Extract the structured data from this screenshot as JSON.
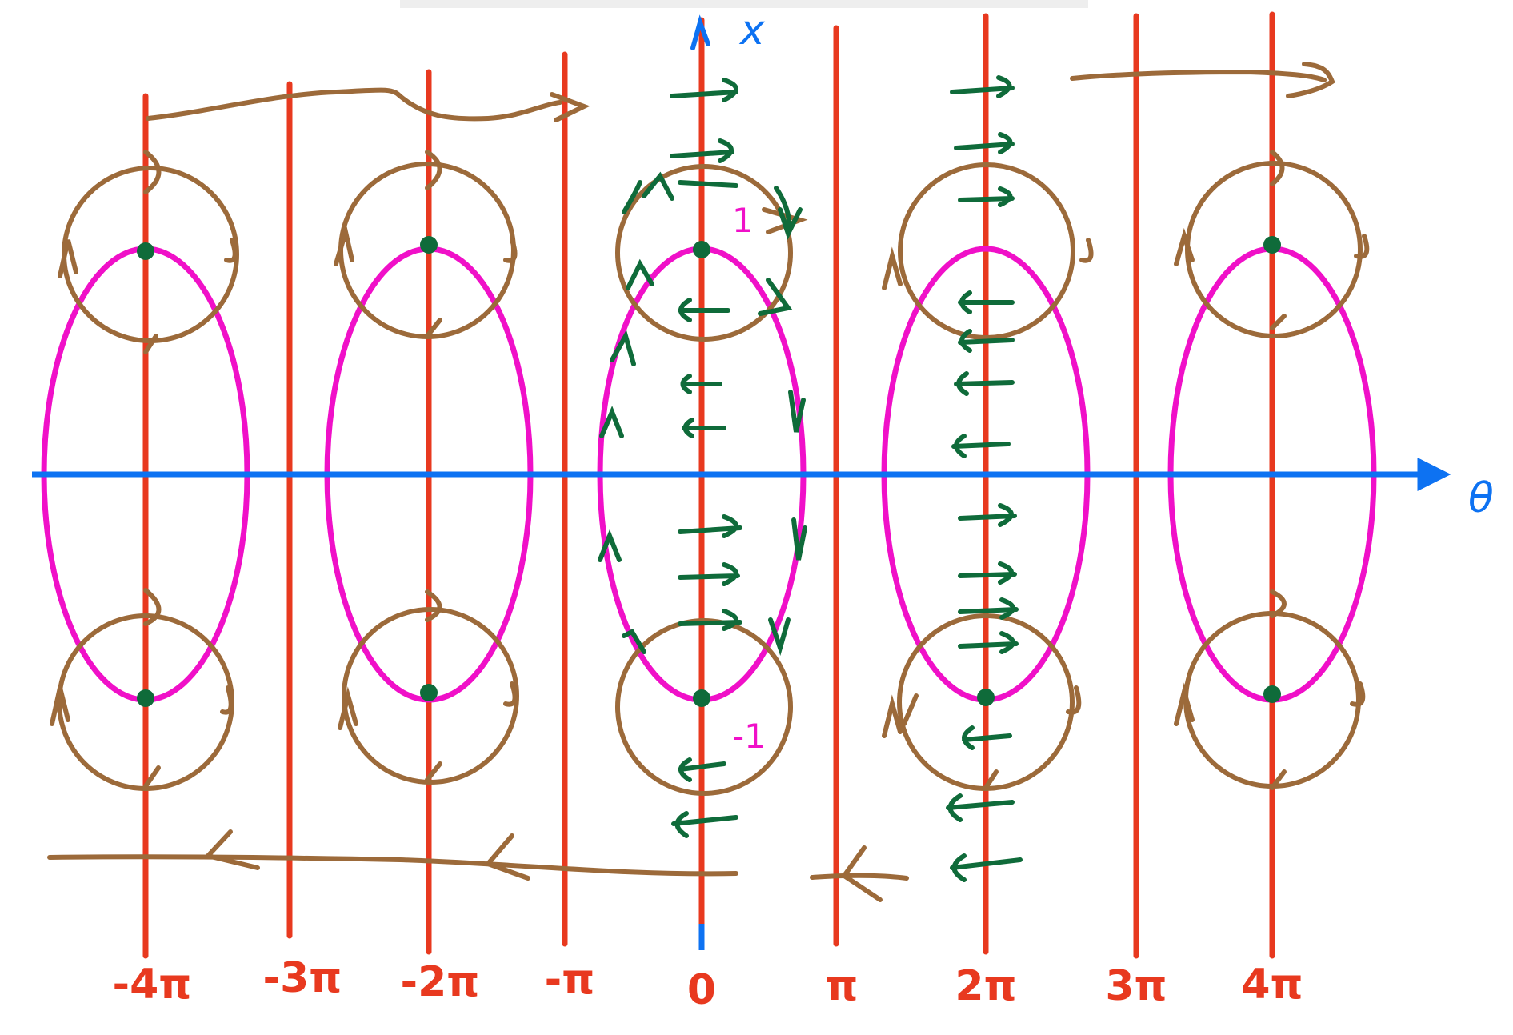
{
  "diagram": {
    "axes": {
      "horizontal_label": "θ",
      "vertical_label": "x",
      "axis_color": "#0d72f2"
    },
    "colors": {
      "vertical_lines": "#e8391f",
      "ellipses": "#f010c8",
      "circles": "#9c6a3a",
      "flow_arrows": "#0f6b3a",
      "fixed_points": "#0f6b3a"
    },
    "tick_labels": [
      "-4π",
      "-3π",
      "-2π",
      "-π",
      "0",
      "π",
      "2π",
      "3π",
      "4π"
    ],
    "annotations": {
      "upper": "1",
      "lower": "-1"
    }
  }
}
